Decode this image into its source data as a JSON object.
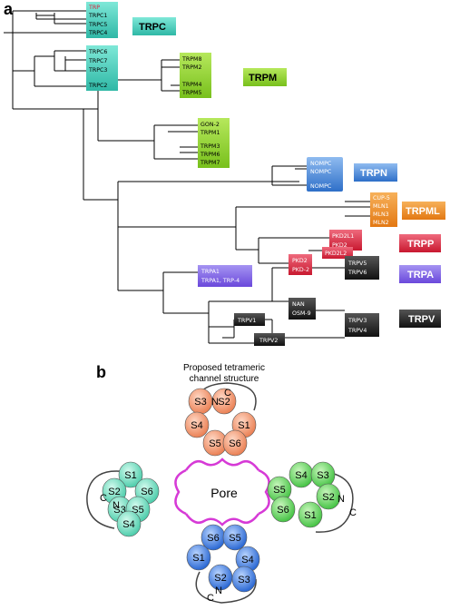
{
  "panel_a_label": "a",
  "panel_b_label": "b",
  "families": {
    "trpc": {
      "name": "TRPC",
      "color": "#3cc9b8"
    },
    "trpm": {
      "name": "TRPM",
      "color": "#8ed12a"
    },
    "trpn": {
      "name": "TRPN",
      "color": "#3d7fd6"
    },
    "trpml": {
      "name": "TRPML",
      "color": "#f08a1e"
    },
    "trpp": {
      "name": "TRPP",
      "color": "#d9243c"
    },
    "trpa": {
      "name": "TRPA",
      "color": "#7b5ce6"
    },
    "trpv": {
      "name": "TRPV",
      "color": "#222222"
    }
  },
  "leaves": {
    "trp": "TRP",
    "trpc1": "TRPC1",
    "trpc5": "TRPC5",
    "trpc4": "TRPC4",
    "trpc6": "TRPC6",
    "trpc7": "TRPC7",
    "trpc3": "TRPC3",
    "trpc2": "TRPC2",
    "trpm8": "TRPM8",
    "trpm2": "TRPM2",
    "trpm4": "TRPM4",
    "trpm5": "TRPM5",
    "gon2": "GON-2",
    "trpm1": "TRPM1",
    "trpm3": "TRPM3",
    "trpm6": "TRPM6",
    "trpm7": "TRPM7",
    "nompc1": "NOMPC",
    "nompc2": "NOMPC",
    "nompc3": "NOMPC",
    "cup5": "CUP-5",
    "mln1": "MLN1",
    "mln3": "MLN3",
    "mln2": "MLN2",
    "pkd2l1": "PKD2L1",
    "pkd2a": "PKD2",
    "pkd2l2": "PKD2L2",
    "pkd2b": "PKD2",
    "pkd2c": "PKD-2",
    "trpa1": "TRPA1",
    "trpa1trp4": "TRPA1, TRP-4",
    "trpv5": "TRPV5",
    "trpv6": "TRPV6",
    "nan": "NAN",
    "osm9": "OSM-9",
    "trpv1": "TRPV1",
    "trpv3": "TRPV3",
    "trpv4": "TRPV4",
    "trpv2": "TRPV2"
  },
  "structure": {
    "title_line1": "Proposed tetrameric",
    "title_line2": "channel structure",
    "pore_label": "Pore",
    "segments": [
      "S1",
      "S2",
      "S3",
      "S4",
      "S5",
      "S6"
    ],
    "n_label": "N",
    "c_label": "C",
    "subunit_colors": {
      "top": "#f0936a",
      "right": "#5fd45f",
      "bottom": "#3a7be0",
      "left": "#6ee0bf",
      "linker": "#d63ad6"
    }
  }
}
